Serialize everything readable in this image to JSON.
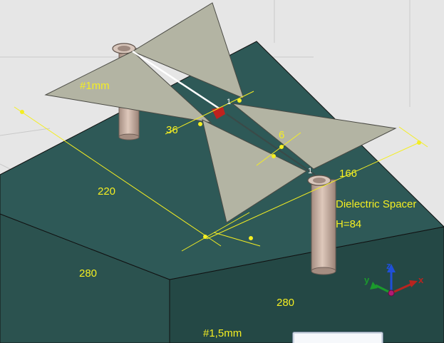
{
  "scene": {
    "labels": {
      "copper_thickness": "#1mm",
      "dim_36": "36",
      "dim_6": "6",
      "dim_220": "220",
      "dim_166": "166",
      "spacer_title": "Dielectric Spacer",
      "spacer_height": "H=84",
      "dim_280_left": "280",
      "dim_280_front": "280",
      "substrate_thickness": "#1,5mm"
    },
    "ports": {
      "port_a": "1",
      "port_b": "1"
    },
    "axes": {
      "x": "x",
      "y": "y",
      "z": "z"
    }
  },
  "colors": {
    "background": "#e6e6e6",
    "substrate_top": "#2e5957",
    "substrate_side": "#244845",
    "antenna_fill": "#b3b4a3",
    "annotation": "#f4ee22",
    "post": "#c7aea0",
    "feed": "#c0221e"
  }
}
